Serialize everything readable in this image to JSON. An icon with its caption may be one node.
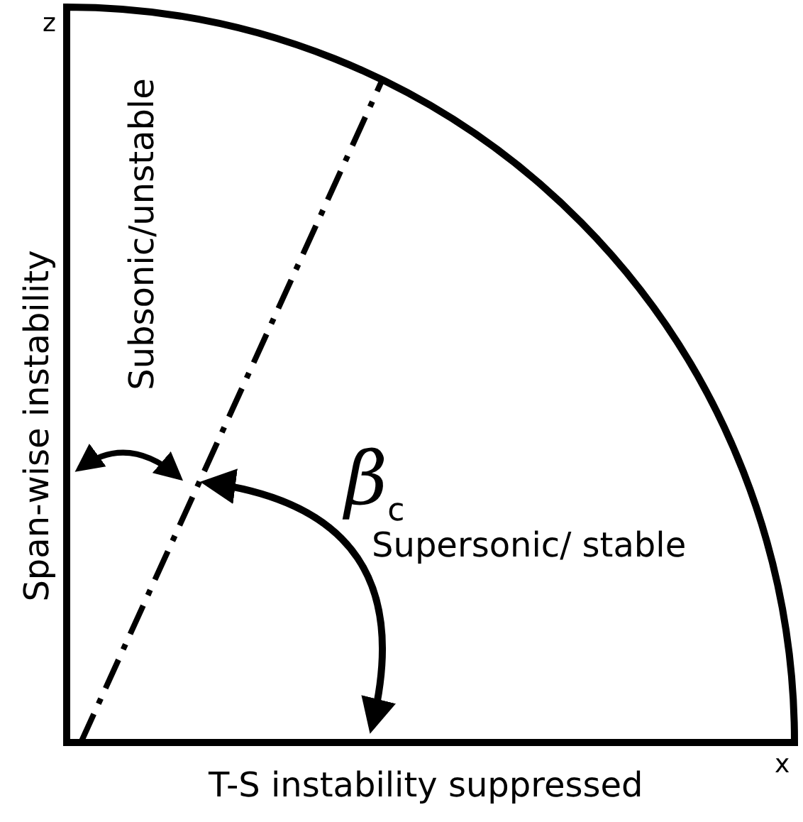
{
  "diagram": {
    "labels": [
      "z",
      "Subsonic/unstable",
      "Span-wise instability",
      "β$_{c}$",
      "Supersonic/ stable",
      "T-S instability suppressed",
      "x"
    ]
  }
}
